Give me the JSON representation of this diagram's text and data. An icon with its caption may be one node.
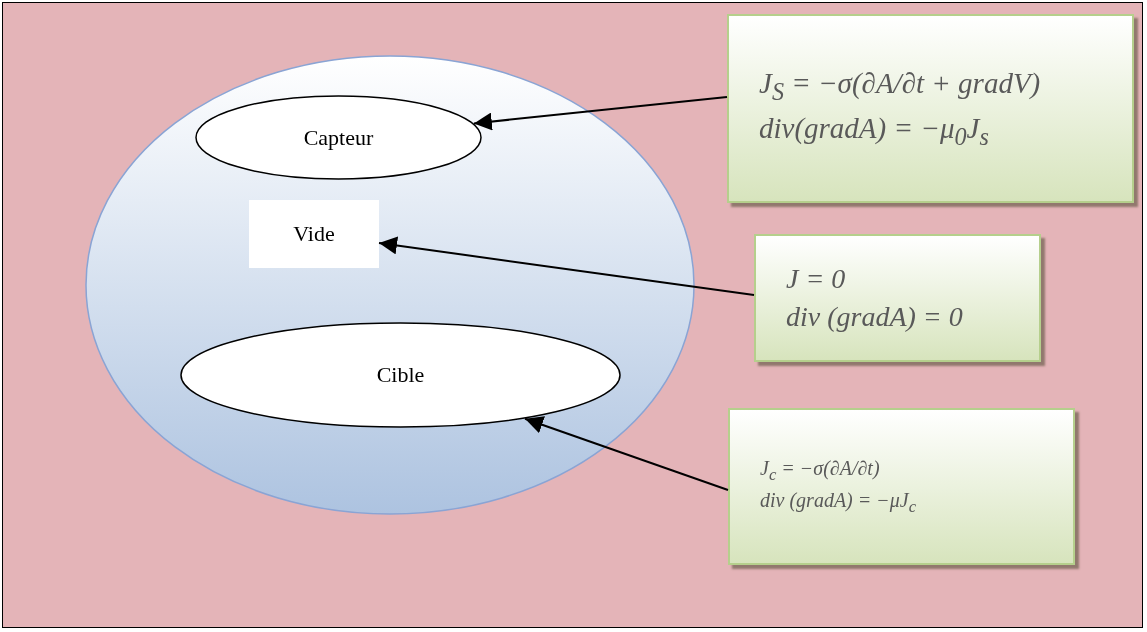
{
  "diagram": {
    "nodes": [
      {
        "text": [],
        "shape": "ellipse"
      },
      {
        "text": [
          "Capteur"
        ],
        "in": 0
      },
      {
        "text": [
          "Vide"
        ],
        "in": 0
      },
      {
        "text": [
          "Cible"
        ],
        "in": 0
      },
      {
        "text": [
          "J$_{S}$ = −σ(∂A/∂t + gradV)",
          "div(gradA) = −μ$_{0}$J$_{s}$"
        ]
      },
      {
        "text": [
          "J = 0",
          "div (gradA) = 0"
        ]
      },
      {
        "text": [
          "J$_{c}$ = −σ(∂A/∂t)",
          "div (gradA) = −μJ$_{c}$"
        ]
      }
    ],
    "edges": [
      {
        "from": 4,
        "to": 1,
        "arrow": "to"
      },
      {
        "from": 5,
        "to": 2,
        "arrow": "to"
      },
      {
        "from": 6,
        "to": 3,
        "arrow": "to"
      }
    ]
  }
}
